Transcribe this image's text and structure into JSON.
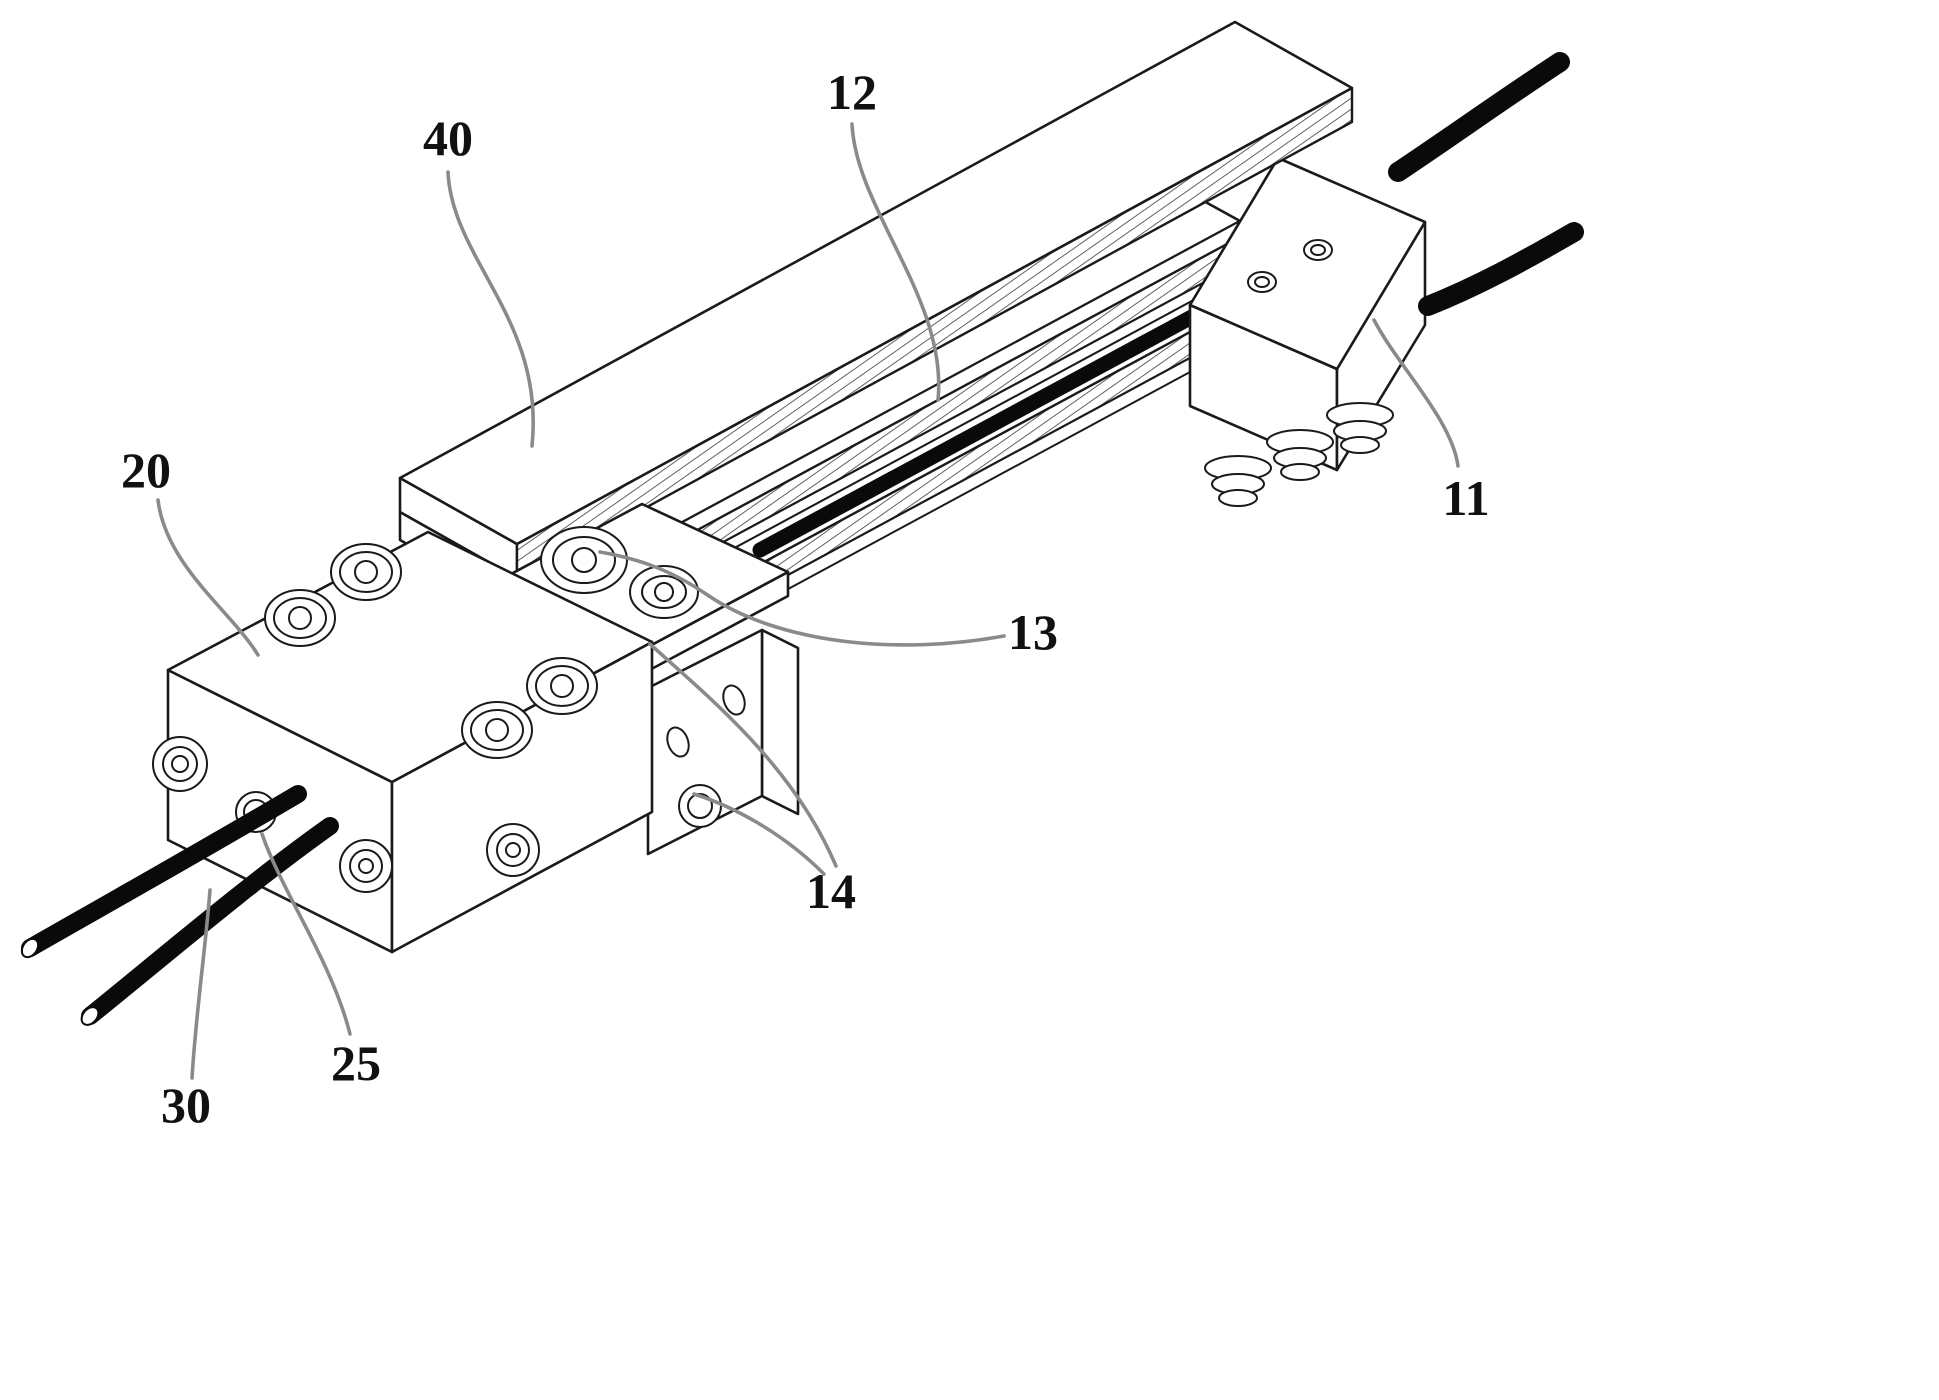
{
  "figure": {
    "type": "patent-technical-drawing",
    "description": "Isometric exploded-style line drawing of a linear rail clamp assembly with numbered part callouts",
    "background_color": "#ffffff",
    "line_color": "#1a1a1a",
    "leader_color": "#8a8a8a",
    "cable_color": "#0a0a0a"
  },
  "callouts": {
    "c40": {
      "label": "40"
    },
    "c12": {
      "label": "12"
    },
    "c11": {
      "label": "11"
    },
    "c20": {
      "label": "20"
    },
    "c13": {
      "label": "13"
    },
    "c14": {
      "label": "14"
    },
    "c25": {
      "label": "25"
    },
    "c30": {
      "label": "30"
    }
  }
}
